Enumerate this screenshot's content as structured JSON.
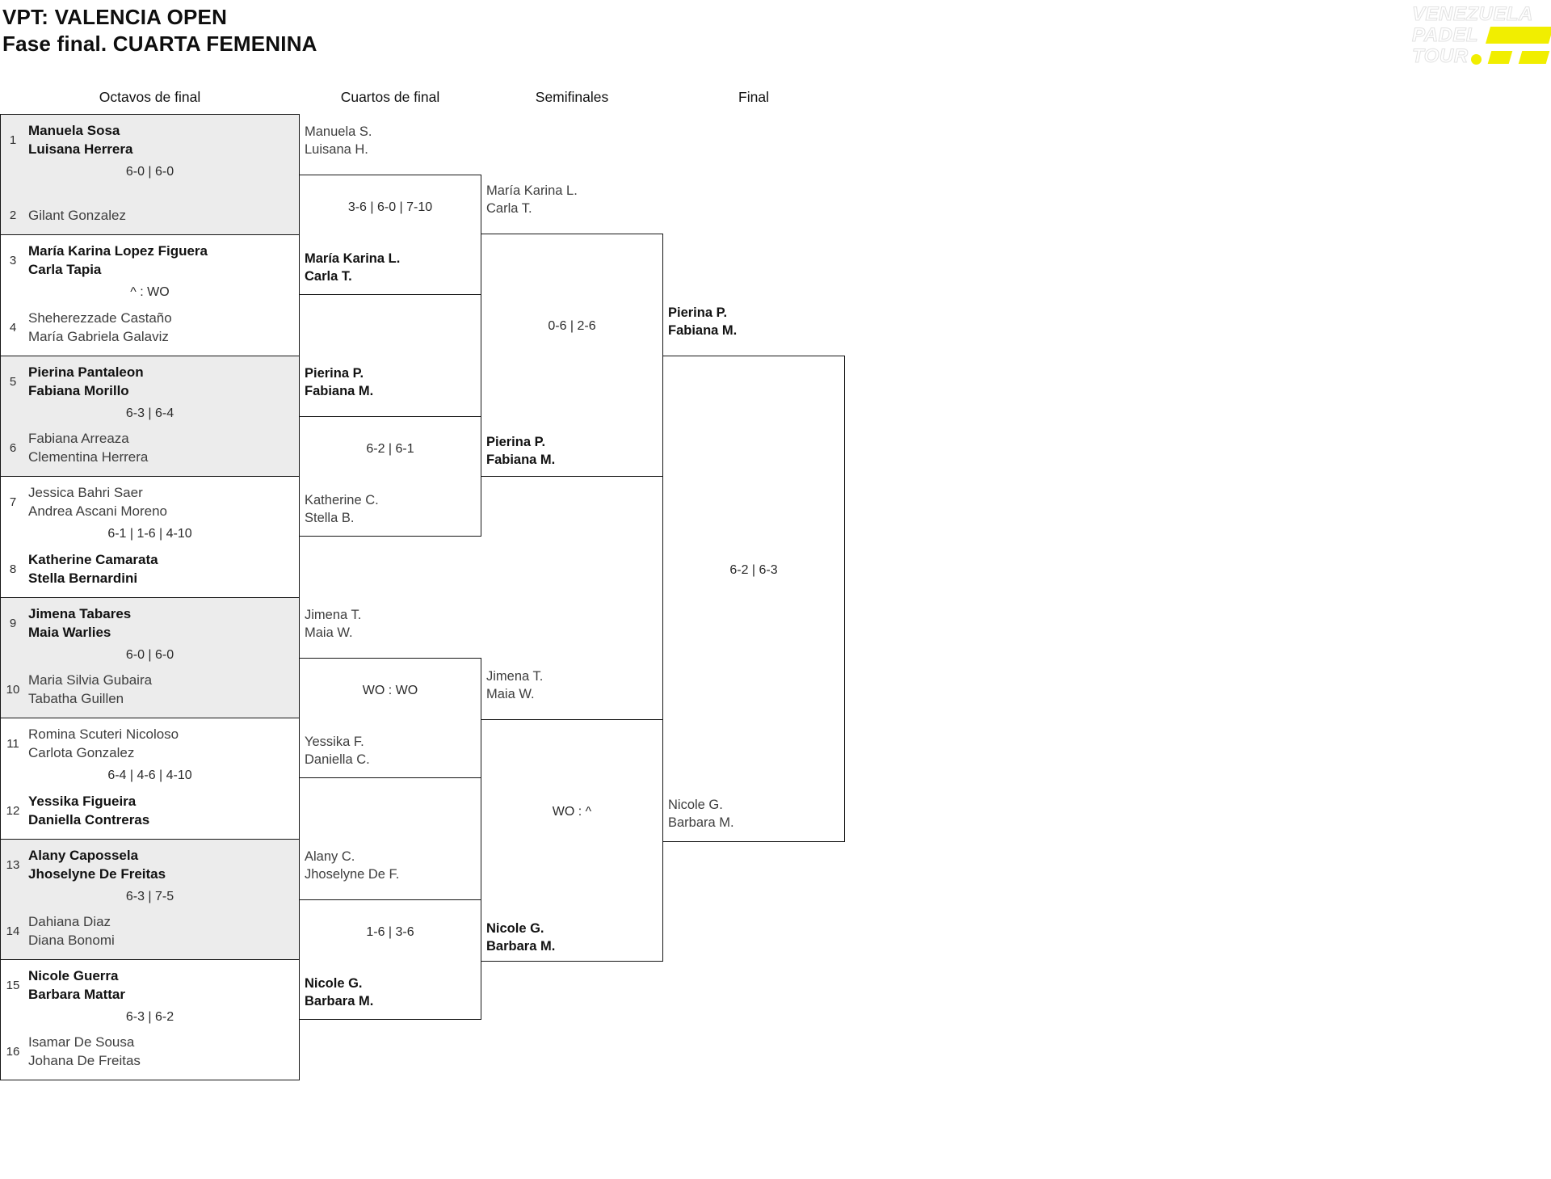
{
  "header": {
    "title_line1": "VPT: VALENCIA OPEN",
    "title_line2": "Fase final. CUARTA FEMENINA",
    "logo": {
      "line1": "VENEZUELA",
      "line2": "PADEL",
      "line3": "TOUR",
      "accent_color": "#f1ee00"
    }
  },
  "columns": [
    "Octavos de final",
    "Cuartos de final",
    "Semifinales",
    "Final"
  ],
  "bracket": {
    "r16": [
      {
        "seed1": "1",
        "team1": [
          "Manuela Sosa",
          "Luisana Herrera"
        ],
        "bold1": true,
        "score": "6-0 | 6-0",
        "seed2": "2",
        "team2": [
          "Gilant Gonzalez"
        ],
        "bold2": false,
        "shaded": true
      },
      {
        "seed1": "3",
        "team1": [
          "María Karina Lopez Figuera",
          "Carla Tapia"
        ],
        "bold1": true,
        "score": "^ : WO",
        "seed2": "4",
        "team2": [
          "Sheherezzade Castaño",
          "María Gabriela Galaviz"
        ],
        "bold2": false,
        "shaded": false
      },
      {
        "seed1": "5",
        "team1": [
          "Pierina Pantaleon",
          "Fabiana Morillo"
        ],
        "bold1": true,
        "score": "6-3 | 6-4",
        "seed2": "6",
        "team2": [
          "Fabiana Arreaza",
          "Clementina Herrera"
        ],
        "bold2": false,
        "shaded": true
      },
      {
        "seed1": "7",
        "team1": [
          "Jessica Bahri Saer",
          "Andrea Ascani Moreno"
        ],
        "bold1": false,
        "score": "6-1 | 1-6 | 4-10",
        "seed2": "8",
        "team2": [
          "Katherine Camarata",
          "Stella Bernardini"
        ],
        "bold2": true,
        "shaded": false
      },
      {
        "seed1": "9",
        "team1": [
          "Jimena Tabares",
          "Maia Warlies"
        ],
        "bold1": true,
        "score": "6-0 | 6-0",
        "seed2": "10",
        "team2": [
          "Maria Silvia Gubaira",
          "Tabatha Guillen"
        ],
        "bold2": false,
        "shaded": true
      },
      {
        "seed1": "11",
        "team1": [
          "Romina Scuteri Nicoloso",
          "Carlota Gonzalez"
        ],
        "bold1": false,
        "score": "6-4 | 4-6 | 4-10",
        "seed2": "12",
        "team2": [
          "Yessika Figueira",
          "Daniella Contreras"
        ],
        "bold2": true,
        "shaded": false
      },
      {
        "seed1": "13",
        "team1": [
          "Alany Capossela",
          "Jhoselyne De Freitas"
        ],
        "bold1": true,
        "score": "6-3 | 7-5",
        "seed2": "14",
        "team2": [
          "Dahiana Diaz",
          "Diana Bonomi"
        ],
        "bold2": false,
        "shaded": true
      },
      {
        "seed1": "15",
        "team1": [
          "Nicole Guerra",
          "Barbara Mattar"
        ],
        "bold1": true,
        "score": "6-3 | 6-2",
        "seed2": "16",
        "team2": [
          "Isamar De Sousa",
          "Johana De Freitas"
        ],
        "bold2": false,
        "shaded": false
      }
    ],
    "quarterfinals": [
      {
        "top": [
          "Manuela S.",
          "Luisana H."
        ],
        "top_bold": false,
        "score": "3-6 | 6-0 | 7-10",
        "bottom": [
          "María Karina L.",
          "Carla T."
        ],
        "bottom_bold": true
      },
      {
        "top": [
          "Pierina P.",
          "Fabiana M."
        ],
        "top_bold": true,
        "score": "6-2 | 6-1",
        "bottom": [
          "Katherine C.",
          "Stella B."
        ],
        "bottom_bold": false
      },
      {
        "top": [
          "Jimena T.",
          "Maia W."
        ],
        "top_bold": false,
        "score": "WO : WO",
        "bottom": [
          "Yessika F.",
          "Daniella C."
        ],
        "bottom_bold": false
      },
      {
        "top": [
          "Alany C.",
          "Jhoselyne De F."
        ],
        "top_bold": false,
        "score": "1-6 | 3-6",
        "bottom": [
          "Nicole G.",
          "Barbara M."
        ],
        "bottom_bold": true
      }
    ],
    "semifinals": [
      {
        "top": [
          "María Karina L.",
          "Carla T."
        ],
        "top_bold": false,
        "score": "0-6 | 2-6",
        "bottom": [
          "Pierina P.",
          "Fabiana M."
        ],
        "bottom_bold": true
      },
      {
        "top": [
          "Jimena T.",
          "Maia W."
        ],
        "top_bold": false,
        "score": "WO : ^",
        "bottom": [
          "Nicole G.",
          "Barbara M."
        ],
        "bottom_bold": true
      }
    ],
    "final": [
      {
        "top": [
          "Pierina P.",
          "Fabiana M."
        ],
        "top_bold": true,
        "score": "6-2 | 6-3",
        "bottom": [
          "Nicole G.",
          "Barbara M."
        ],
        "bottom_bold": false
      }
    ]
  }
}
